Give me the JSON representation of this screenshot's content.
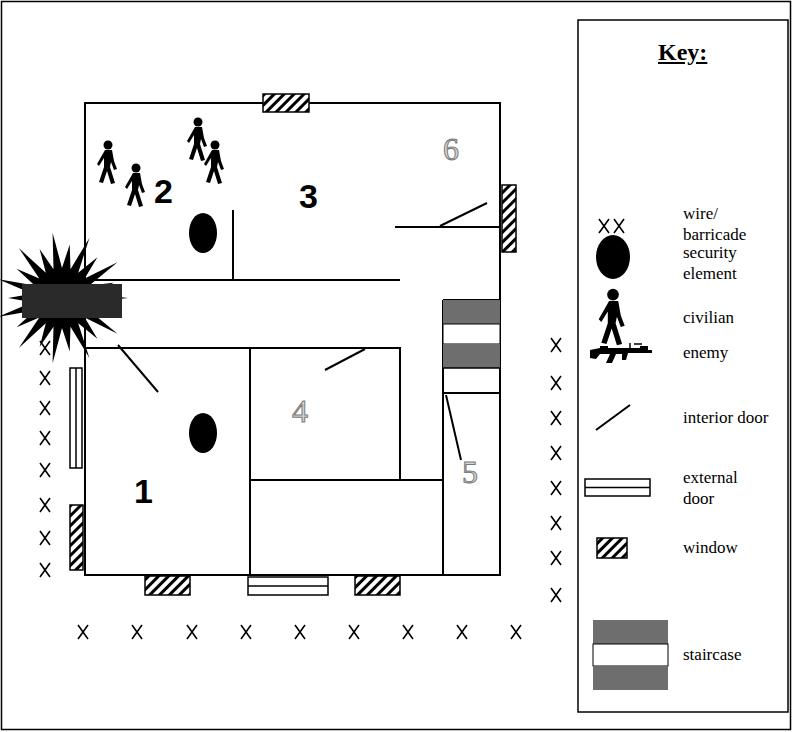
{
  "diagram": {
    "labels": [
      "2",
      "3",
      "6",
      "4",
      "1",
      "5",
      "Key:"
    ],
    "legend": [
      {
        "text": "wire/ barricade"
      },
      {
        "text": "security element"
      },
      {
        "text": "civilian"
      },
      {
        "text": "enemy"
      },
      {
        "text": "interior door"
      },
      {
        "text": "external door"
      },
      {
        "text": "window"
      },
      {
        "text": "staircase"
      }
    ]
  }
}
